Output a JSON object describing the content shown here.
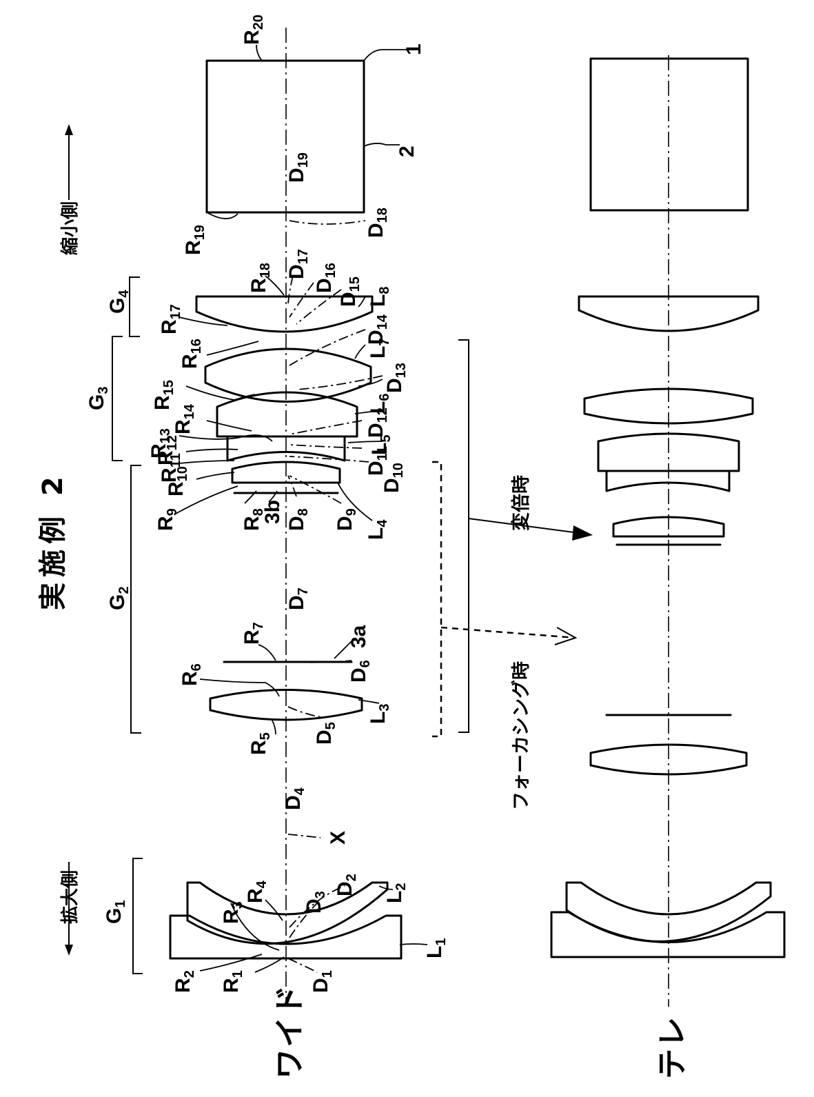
{
  "figure": {
    "title": "実施例 2",
    "side_enlarge": "拡大側",
    "side_reduce": "縮小側",
    "state_wide": "ワイド",
    "state_tele": "テレ",
    "zoom_label": "変倍時",
    "focus_label": "フォーカシング時",
    "marker_x": "X",
    "label_1": "1",
    "label_2": "2",
    "label_3a": "3a",
    "label_3b": "3b"
  },
  "groups": [
    {
      "letter": "G",
      "sub": "1"
    },
    {
      "letter": "G",
      "sub": "2"
    },
    {
      "letter": "G",
      "sub": "3"
    },
    {
      "letter": "G",
      "sub": "4"
    }
  ],
  "lenses": [
    {
      "letter": "L",
      "sub": "1"
    },
    {
      "letter": "L",
      "sub": "2"
    },
    {
      "letter": "L",
      "sub": "3"
    },
    {
      "letter": "L",
      "sub": "4"
    },
    {
      "letter": "L",
      "sub": "5"
    },
    {
      "letter": "L",
      "sub": "6"
    },
    {
      "letter": "L",
      "sub": "7"
    },
    {
      "letter": "L",
      "sub": "8"
    }
  ],
  "surfaces": [
    {
      "letter": "R",
      "sub": "1"
    },
    {
      "letter": "R",
      "sub": "2"
    },
    {
      "letter": "R",
      "sub": "3"
    },
    {
      "letter": "R",
      "sub": "4"
    },
    {
      "letter": "R",
      "sub": "5"
    },
    {
      "letter": "R",
      "sub": "6"
    },
    {
      "letter": "R",
      "sub": "7"
    },
    {
      "letter": "R",
      "sub": "8"
    },
    {
      "letter": "R",
      "sub": "9"
    },
    {
      "letter": "R",
      "sub": "10"
    },
    {
      "letter": "R",
      "sub": "11"
    },
    {
      "letter": "R",
      "sub": "12"
    },
    {
      "letter": "R",
      "sub": "13"
    },
    {
      "letter": "R",
      "sub": "14"
    },
    {
      "letter": "R",
      "sub": "15"
    },
    {
      "letter": "R",
      "sub": "16"
    },
    {
      "letter": "R",
      "sub": "17"
    },
    {
      "letter": "R",
      "sub": "18"
    },
    {
      "letter": "R",
      "sub": "19"
    },
    {
      "letter": "R",
      "sub": "20"
    }
  ],
  "distances": [
    {
      "letter": "D",
      "sub": "1"
    },
    {
      "letter": "D",
      "sub": "2"
    },
    {
      "letter": "D",
      "sub": "3"
    },
    {
      "letter": "D",
      "sub": "4"
    },
    {
      "letter": "D",
      "sub": "5"
    },
    {
      "letter": "D",
      "sub": "6"
    },
    {
      "letter": "D",
      "sub": "7"
    },
    {
      "letter": "D",
      "sub": "8"
    },
    {
      "letter": "D",
      "sub": "9"
    },
    {
      "letter": "D",
      "sub": "10"
    },
    {
      "letter": "D",
      "sub": "11"
    },
    {
      "letter": "D",
      "sub": "12"
    },
    {
      "letter": "D",
      "sub": "13"
    },
    {
      "letter": "D",
      "sub": "14"
    },
    {
      "letter": "D",
      "sub": "15"
    },
    {
      "letter": "D",
      "sub": "16"
    },
    {
      "letter": "D",
      "sub": "17"
    },
    {
      "letter": "D",
      "sub": "18"
    },
    {
      "letter": "D",
      "sub": "19"
    }
  ]
}
